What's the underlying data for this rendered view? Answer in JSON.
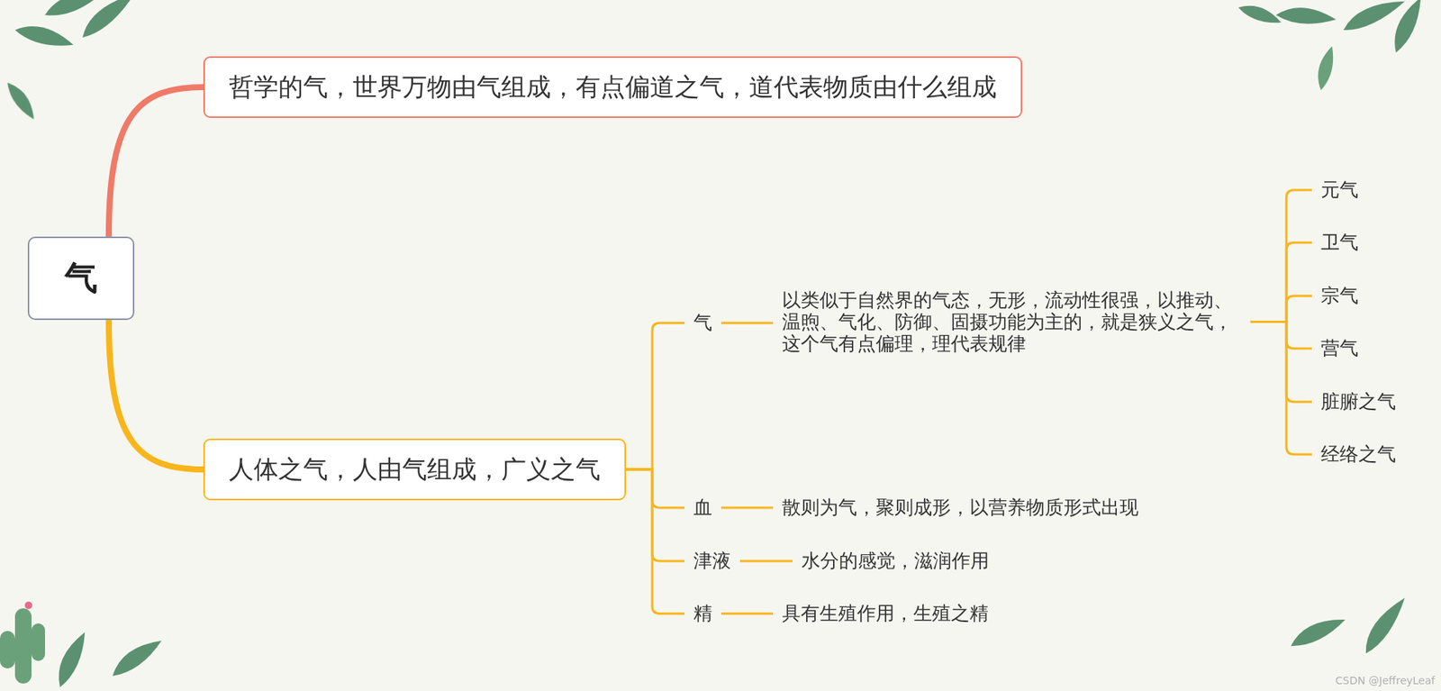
{
  "diagram": {
    "nodes": [
      {
        "text": [
          "气"
        ]
      },
      {
        "text": [
          "哲学的气，世界万物由气组成，有点偏道之气，道代表物质由什么组成"
        ]
      },
      {
        "text": [
          "人体之气，人由气组成，广义之气"
        ]
      },
      {
        "text": [
          "气"
        ]
      },
      {
        "text": [
          "以类似于自然界的气态，无形，流动性很强，以推动、温煦、气化、防御、固摄功能为主的，就是狭义之气，这个气有点偏理，理代表规律"
        ]
      },
      {
        "text": [
          "元气"
        ]
      },
      {
        "text": [
          "卫气"
        ]
      },
      {
        "text": [
          "宗气"
        ]
      },
      {
        "text": [
          "营气"
        ]
      },
      {
        "text": [
          "脏腑之气"
        ]
      },
      {
        "text": [
          "经络之气"
        ]
      },
      {
        "text": [
          "血"
        ]
      },
      {
        "text": [
          "散则为气，聚则成形，以营养物质形式出现"
        ]
      },
      {
        "text": [
          "津液"
        ]
      },
      {
        "text": [
          "水分的感觉，滋润作用"
        ]
      },
      {
        "text": [
          "精"
        ]
      },
      {
        "text": [
          "具有生殖作用，生殖之精"
        ]
      }
    ],
    "edges": [
      {
        "from": 0,
        "to": 1,
        "arrow": "none"
      },
      {
        "from": 0,
        "to": 2,
        "arrow": "none"
      },
      {
        "from": 2,
        "to": 3,
        "arrow": "none"
      },
      {
        "from": 2,
        "to": 11,
        "arrow": "none"
      },
      {
        "from": 2,
        "to": 13,
        "arrow": "none"
      },
      {
        "from": 2,
        "to": 15,
        "arrow": "none"
      },
      {
        "from": 3,
        "to": 4,
        "arrow": "none"
      },
      {
        "from": 4,
        "to": 5,
        "arrow": "none"
      },
      {
        "from": 4,
        "to": 6,
        "arrow": "none"
      },
      {
        "from": 4,
        "to": 7,
        "arrow": "none"
      },
      {
        "from": 4,
        "to": 8,
        "arrow": "none"
      },
      {
        "from": 4,
        "to": 9,
        "arrow": "none"
      },
      {
        "from": 4,
        "to": 10,
        "arrow": "none"
      },
      {
        "from": 11,
        "to": 12,
        "arrow": "none"
      },
      {
        "from": 13,
        "to": 14,
        "arrow": "none"
      },
      {
        "from": 15,
        "to": 16,
        "arrow": "none"
      }
    ],
    "labels": [
      "CSDN @JeffreyLeaf"
    ]
  }
}
